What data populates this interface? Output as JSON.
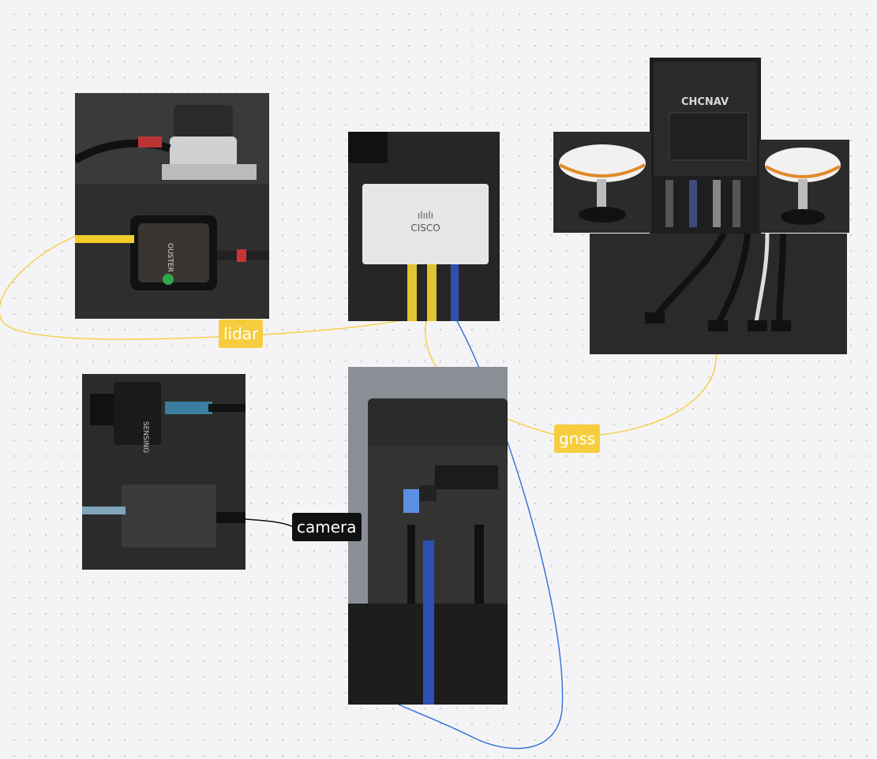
{
  "labels": {
    "lidar": "lidar",
    "gnss": "gnss",
    "camera": "camera"
  },
  "switch_logo": {
    "mark": "ılıılı",
    "brand": "CISCO"
  },
  "gnss_receiver": {
    "brand": "CHCNAV"
  },
  "lidar_box": {
    "brand": "OUSTER"
  },
  "camera_brand": "SENSING",
  "colors": {
    "yellow_line": "#f6cd3e",
    "blue_line": "#2f6fd6",
    "black_line": "#111111",
    "tag_yellow": "#f6cd3e",
    "tag_black": "#111111"
  }
}
